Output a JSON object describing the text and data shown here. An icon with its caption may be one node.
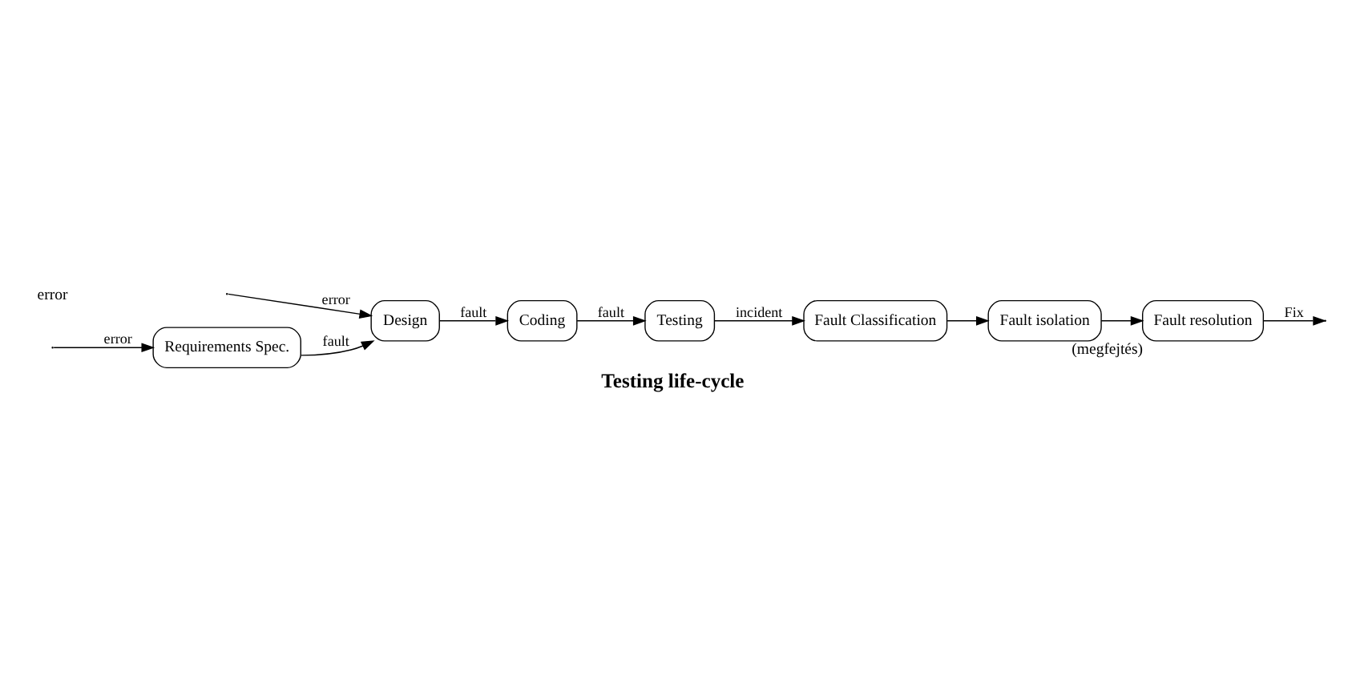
{
  "diagram": {
    "caption": "Testing life-cycle",
    "nodes": [
      {
        "text": [
          "Requirements Spec."
        ]
      },
      {
        "text": [
          "Design"
        ]
      },
      {
        "text": [
          "Coding"
        ]
      },
      {
        "text": [
          "Testing"
        ]
      },
      {
        "text": [
          "Fault Classification"
        ]
      },
      {
        "text": [
          "Fault isolation"
        ]
      },
      {
        "text": [
          "Fault resolution"
        ],
        "beside": [
          "(megfejtés)"
        ]
      }
    ],
    "edges": [
      {
        "from": null,
        "to": 0,
        "arrow": "to",
        "label": "error"
      },
      {
        "from": 0,
        "to": 1,
        "arrow": "to",
        "label": "fault"
      },
      {
        "from": null,
        "to": 1,
        "arrow": "to",
        "label": "error"
      },
      {
        "from": 1,
        "to": 2,
        "arrow": "to",
        "label": "fault"
      },
      {
        "from": 2,
        "to": 3,
        "arrow": "to",
        "label": "fault"
      },
      {
        "from": 3,
        "to": 4,
        "arrow": "to",
        "label": "incident"
      },
      {
        "from": 4,
        "to": 5,
        "arrow": "to"
      },
      {
        "from": 5,
        "to": 6,
        "arrow": "to"
      },
      {
        "from": 6,
        "to": null,
        "arrow": "to",
        "label": "Fix"
      }
    ],
    "labels": [
      "error"
    ]
  }
}
